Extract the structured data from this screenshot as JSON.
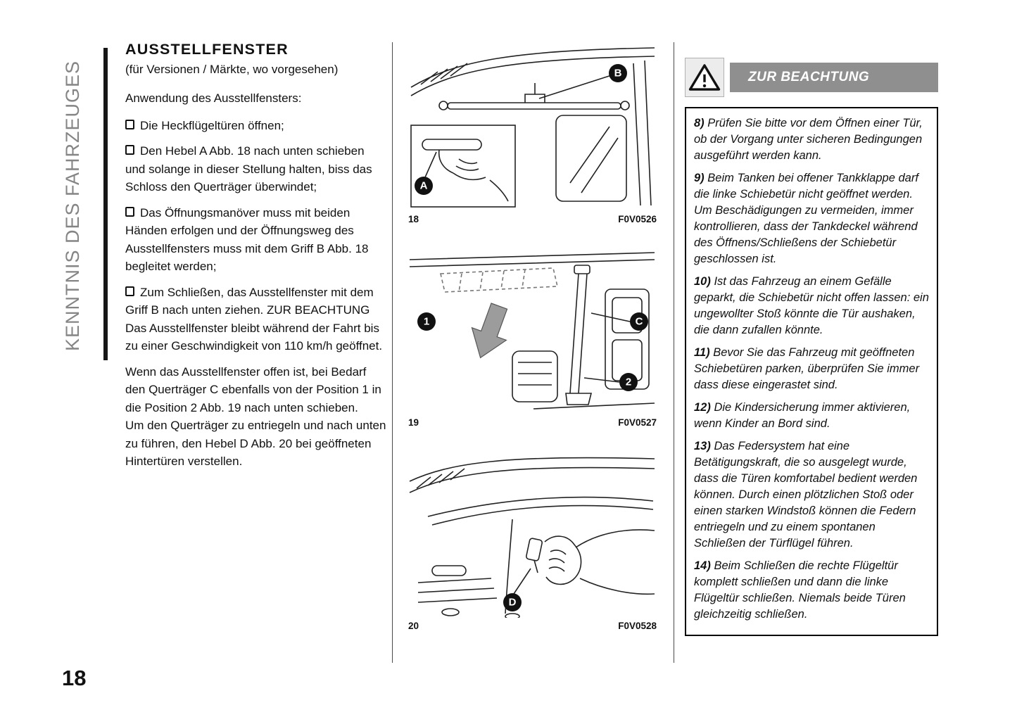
{
  "page": {
    "number": "18"
  },
  "sidebar": {
    "label": "KENNTNIS DES FAHRZEUGES"
  },
  "article": {
    "title": "AUSSTELLFENSTER",
    "subtitle": "(für Versionen / Märkte, wo vorgesehen)",
    "intro": "Anwendung des Ausstellfensters:",
    "bullets": [
      "Die Heckflügeltüren öffnen;",
      "Den Hebel A Abb. 18 nach unten schieben und solange in dieser Stellung halten, biss das Schloss den Querträger überwindet;",
      "Das Öffnungsmanöver muss mit beiden Händen erfolgen und der Öffnungsweg des Ausstellfensters muss mit dem Griff B Abb. 18 begleitet werden;",
      "Zum Schließen, das Ausstellfenster mit dem Griff B nach unten ziehen. ZUR BEACHTUNG Das Ausstellfenster bleibt während der Fahrt bis zu einer Geschwindigkeit von 110 km/h geöffnet."
    ],
    "paragraphs": [
      "Wenn das Ausstellfenster offen ist, bei Bedarf den Querträger C ebenfalls von der Position 1 in die Position 2 Abb. 19 nach unten schieben.",
      "Um den Querträger zu entriegeln und nach unten zu führen, den Hebel D Abb. 20 bei geöffneten Hintertüren verstellen."
    ]
  },
  "figures": [
    {
      "number": "18",
      "code": "F0V0526",
      "callouts": [
        "B",
        "A"
      ]
    },
    {
      "number": "19",
      "code": "F0V0527",
      "callouts": [
        "1",
        "C",
        "2"
      ]
    },
    {
      "number": "20",
      "code": "F0V0528",
      "callouts": [
        "D"
      ]
    }
  ],
  "warning": {
    "title": "ZUR BEACHTUNG",
    "icon": "warning-triangle",
    "items": [
      {
        "num": "8)",
        "text": "Prüfen Sie bitte vor dem Öffnen einer Tür, ob der Vorgang unter sicheren Bedingungen ausgeführt werden kann."
      },
      {
        "num": "9)",
        "text": "Beim Tanken bei offener Tankklappe darf die linke Schiebetür nicht geöffnet werden. Um Beschädigungen zu vermeiden, immer kontrollieren, dass der Tankdeckel während des Öffnens/Schließens der Schiebetür geschlossen ist."
      },
      {
        "num": "10)",
        "text": "Ist das Fahrzeug an einem Gefälle geparkt, die Schiebetür nicht offen lassen: ein ungewollter Stoß könnte die Tür aushaken, die dann zufallen könnte."
      },
      {
        "num": "11)",
        "text": "Bevor Sie das Fahrzeug mit geöffneten Schiebetüren parken, überprüfen Sie immer dass diese eingerastet sind."
      },
      {
        "num": "12)",
        "text": "Die Kindersicherung immer aktivieren, wenn Kinder an Bord sind."
      },
      {
        "num": "13)",
        "text": "Das Federsystem hat eine Betätigungskraft, die so ausgelegt wurde, dass die Türen komfortabel bedient werden können. Durch einen plötzlichen Stoß oder einen starken Windstoß können die Federn entriegeln und zu einem spontanen Schließen der Türflügel führen."
      },
      {
        "num": "14)",
        "text": "Beim Schließen die rechte Flügeltür komplett schließen und dann die linke Flügeltür schließen. Niemals beide Türen gleichzeitig schließen."
      }
    ]
  },
  "colors": {
    "warning_bar": "#8f8f8f",
    "sidebar_text": "#858585",
    "callout_fill": "#111111"
  }
}
